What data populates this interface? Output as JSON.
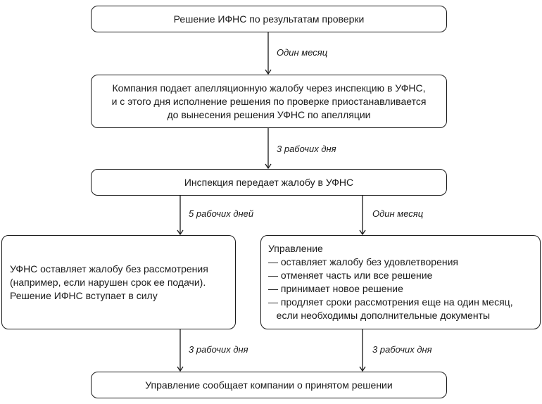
{
  "nodes": {
    "ifns_decision": {
      "text": "Решение ИФНС по результатам проверки"
    },
    "appeal_filed": {
      "lines": [
        "Компания подает апелляционную жалобу через инспекцию в УФНС,",
        "и с этого дня исполнение решения по проверке приостанавливается",
        "до вынесения решения УФНС по апелляции"
      ]
    },
    "inspection_forwards": {
      "text": "Инспекция передает жалобу в УФНС"
    },
    "ufns_no_review": {
      "lines": [
        "УФНС оставляет жалобу без рассмотрения",
        "(например, если нарушен срок ее подачи).",
        "Решение ИФНС вступает в силу"
      ]
    },
    "department_actions": {
      "lines": [
        "Управление",
        "— оставляет жалобу без удовлетворения",
        "— отменяет часть или все решение",
        "— принимает новое решение",
        "— продляет сроки рассмотрения еще на один месяц,",
        "   если необходимы дополнительные документы"
      ]
    },
    "department_informs": {
      "text": "Управление сообщает компании о принятом решении"
    }
  },
  "edges": {
    "e1": {
      "label": "Один месяц"
    },
    "e2": {
      "label": "3 рабочих дня"
    },
    "e3": {
      "label": "5 рабочих дней"
    },
    "e4": {
      "label": "Один месяц"
    },
    "e5": {
      "label": "3 рабочих дня"
    },
    "e6": {
      "label": "3 рабочих дня"
    }
  }
}
